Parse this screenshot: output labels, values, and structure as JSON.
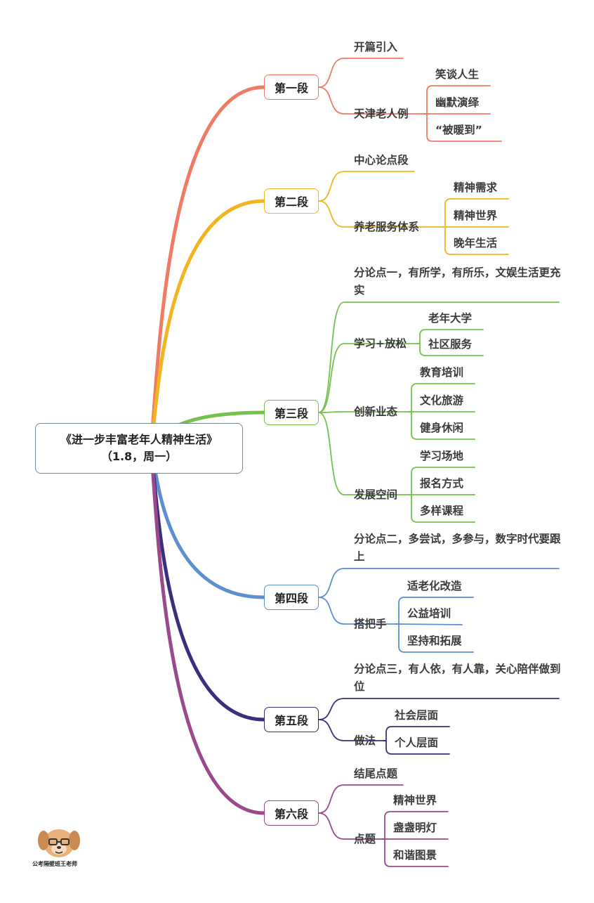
{
  "root": {
    "title": "《进一步丰富老年人精神生活》",
    "subtitle": "（1.8，周一）"
  },
  "sections": [
    {
      "label": "第一段",
      "color": "#f07a64",
      "branches": [
        {
          "label": "开篇引入",
          "children": []
        },
        {
          "label": "天津老人例",
          "children": [
            "笑谈人生",
            "幽默演绎",
            "“被暖到”"
          ]
        }
      ]
    },
    {
      "label": "第二段",
      "color": "#f2b521",
      "branches": [
        {
          "label": "中心论点段",
          "children": []
        },
        {
          "label": "养老服务体系",
          "children": [
            "精神需求",
            "精神世界",
            "晚年生活"
          ]
        }
      ]
    },
    {
      "label": "第三段",
      "color": "#74c24d",
      "branches": [
        {
          "label": "分论点一，有所学，有所乐，文娱生活更充实",
          "children": []
        },
        {
          "label": "学习+放松",
          "children": [
            "老年大学",
            "社区服务"
          ]
        },
        {
          "label": "创新业态",
          "children": [
            "教育培训",
            "文化旅游",
            "健身休闲"
          ]
        },
        {
          "label": "发展空间",
          "children": [
            "学习场地",
            "报名方式",
            "多样课程"
          ]
        }
      ]
    },
    {
      "label": "第四段",
      "color": "#5b8fd0",
      "branches": [
        {
          "label": "分论点二，多尝试，多参与，数字时代要跟上",
          "children": []
        },
        {
          "label": "搭把手",
          "children": [
            "适老化改造",
            "公益培训",
            "坚持和拓展"
          ]
        }
      ]
    },
    {
      "label": "第五段",
      "color": "#3a2f7e",
      "branches": [
        {
          "label": "分论点三，有人依，有人靠，关心陪伴做到位",
          "children": []
        },
        {
          "label": "做法",
          "children": [
            "社会层面",
            "个人层面"
          ]
        }
      ]
    },
    {
      "label": "第六段",
      "color": "#9a4a8c",
      "branches": [
        {
          "label": "结尾点题",
          "children": []
        },
        {
          "label": "点题",
          "children": [
            "精神世界",
            "盏盏明灯",
            "和谐图景"
          ]
        }
      ]
    }
  ],
  "logo": {
    "caption": "公考隔壁班王老师",
    "icon": "dog-mascot-icon"
  }
}
